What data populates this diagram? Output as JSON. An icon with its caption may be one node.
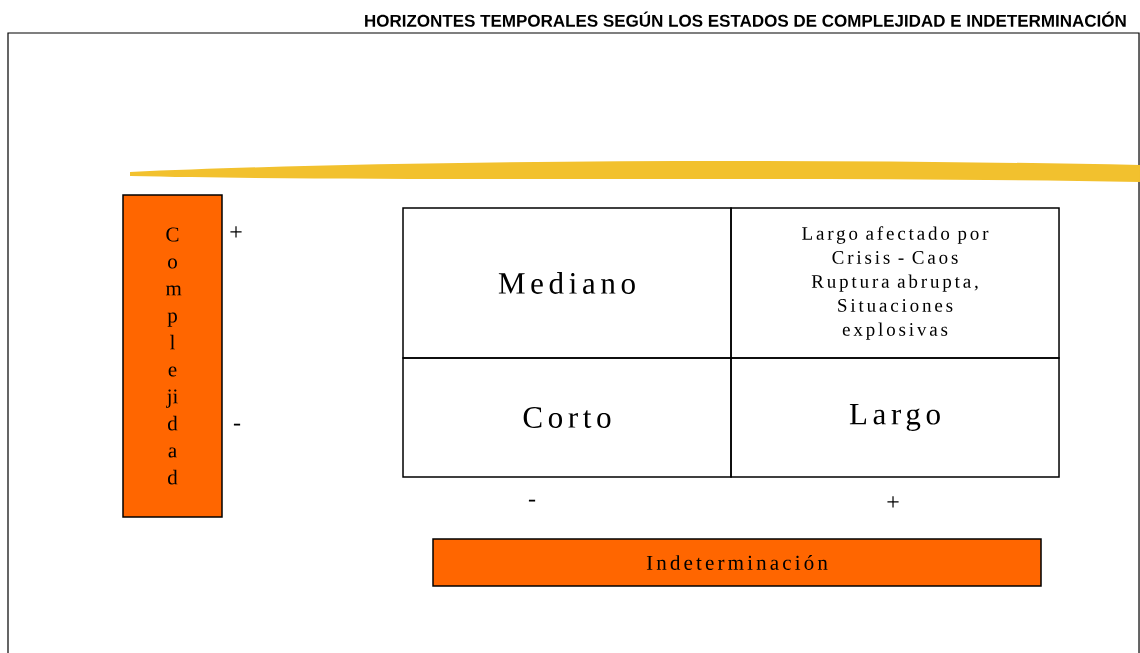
{
  "diagram": {
    "title": "HORIZONTES TEMPORALES SEGÚN LOS ESTADOS DE COMPLEJIDAD E INDETERMINACIÓN",
    "nodes": [
      {
        "text": [
          "Complejidad"
        ]
      },
      {
        "text": [
          "Mediano"
        ]
      },
      {
        "text": [
          "Largo afectado por Crisis - Caos Ruptura abrupta, Situaciones explosivas"
        ]
      },
      {
        "text": [
          "Corto"
        ]
      },
      {
        "text": [
          "Largo"
        ]
      },
      {
        "text": [
          "Indeterminación"
        ]
      }
    ],
    "labels": [
      "+",
      "-",
      "-",
      "+"
    ]
  }
}
